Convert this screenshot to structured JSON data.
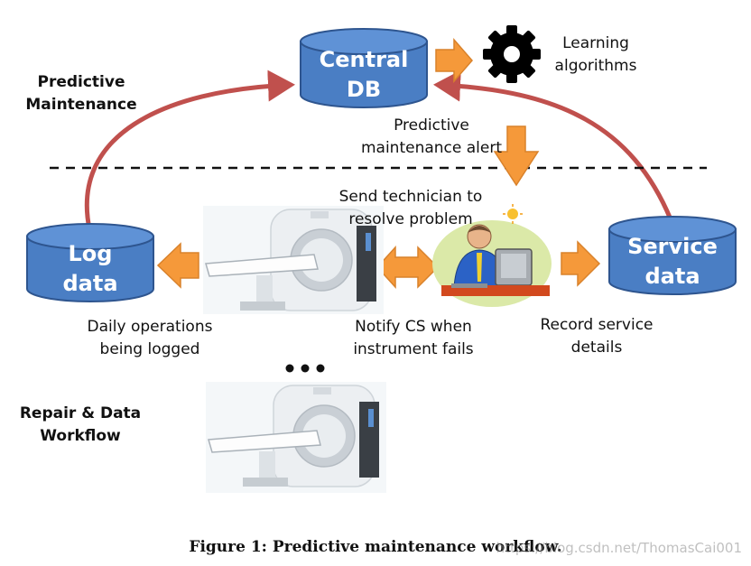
{
  "colors": {
    "db_fill": "#4a7ec4",
    "db_top": "#5f92d6",
    "db_stroke": "#2e558f",
    "arrow_orange": "#f5993a",
    "arc_red": "#c0504d"
  },
  "icons": [
    "gear-icon",
    "ct-scanner-image",
    "technician-image",
    "ellipsis-icon"
  ],
  "central_db": {
    "line1": "Central",
    "line2": "DB"
  },
  "log_db": {
    "line1": "Log",
    "line2": "data"
  },
  "service_db": {
    "line1": "Service",
    "line2": "data"
  },
  "learning": {
    "line1": "Learning",
    "line2": "algorithms"
  },
  "section_top": {
    "line1": "Predictive",
    "line2": "Maintenance"
  },
  "section_bottom": {
    "line1": "Repair & Data",
    "line2": "Workflow"
  },
  "alert": {
    "line1": "Predictive",
    "line2": "maintenance alert"
  },
  "send_tech": {
    "line1": "Send technician to",
    "line2": "resolve problem"
  },
  "daily_ops": {
    "line1": "Daily operations",
    "line2": "being logged"
  },
  "notify_cs": {
    "line1": "Notify CS when",
    "line2": "instrument fails"
  },
  "record_service": {
    "line1": "Record service",
    "line2": "details"
  },
  "caption": "Figure 1: Predictive maintenance workflow.",
  "watermark": "https://blog.csdn.net/ThomasCai001"
}
